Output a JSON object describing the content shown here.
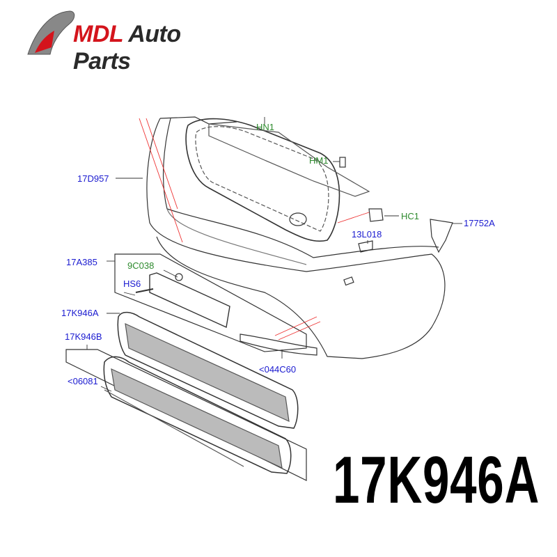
{
  "logo": {
    "brand": "MDL",
    "name": "Auto Parts"
  },
  "callouts": [
    {
      "id": "HN1",
      "color": "green"
    },
    {
      "id": "HM1",
      "color": "green"
    },
    {
      "id": "HC1",
      "color": "green"
    },
    {
      "id": "17D957",
      "color": "blue"
    },
    {
      "id": "13L018",
      "color": "blue"
    },
    {
      "id": "17752A",
      "color": "blue"
    },
    {
      "id": "17A385",
      "color": "blue"
    },
    {
      "id": "9C038",
      "color": "green"
    },
    {
      "id": "HS6",
      "color": "blue"
    },
    {
      "id": "17K946A",
      "color": "blue"
    },
    {
      "id": "17K946B",
      "color": "blue"
    },
    {
      "id": "<06081",
      "color": "blue"
    },
    {
      "id": "<044C60",
      "color": "blue"
    }
  ],
  "part_number": "17K946A",
  "colors": {
    "blue": "#1a1ad0",
    "green": "#2d8a2d",
    "brand_red": "#d4141c"
  }
}
